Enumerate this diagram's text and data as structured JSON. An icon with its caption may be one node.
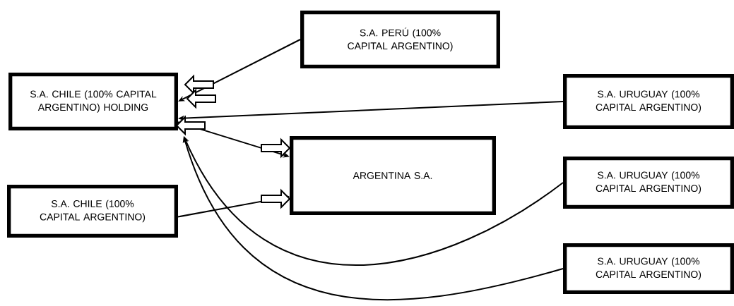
{
  "diagram": {
    "nodes": [
      {
        "text": [
          "S.A. PERÚ (100% CAPITAL ARGENTINO)"
        ]
      },
      {
        "text": [
          "S.A. CHILE (100% CAPITAL ARGENTINO) HOLDING"
        ]
      },
      {
        "text": [
          "S.A. URUGUAY (100% CAPITAL ARGENTINO)"
        ]
      },
      {
        "text": [
          "ARGENTINA S.A."
        ]
      },
      {
        "text": [
          "S.A. CHILE (100% CAPITAL ARGENTINO)"
        ]
      },
      {
        "text": [
          "S.A. URUGUAY (100% CAPITAL ARGENTINO)"
        ]
      },
      {
        "text": [
          "S.A. URUGUAY (100% CAPITAL ARGENTINO)"
        ]
      }
    ],
    "edges": [
      {
        "from": 0,
        "to": 1,
        "arrow": "to"
      },
      {
        "from": 2,
        "to": 1,
        "arrow": "to"
      },
      {
        "from": 1,
        "to": 3,
        "arrow": "to"
      },
      {
        "from": 4,
        "to": 3,
        "arrow": "to"
      },
      {
        "from": 5,
        "to": 1,
        "arrow": "to"
      },
      {
        "from": 6,
        "to": 1,
        "arrow": "to"
      }
    ]
  }
}
